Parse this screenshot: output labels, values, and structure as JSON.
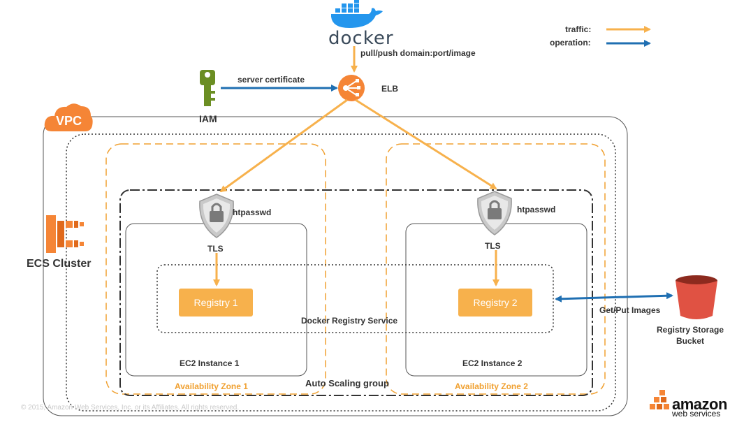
{
  "legend": {
    "traffic_label": "traffic:",
    "operation_label": "operation:",
    "traffic_color": "#f7b14c",
    "operation_color": "#1f6fb2"
  },
  "nodes": {
    "docker": "docker",
    "docker_action": "pull/push domain:port/image",
    "elb": "ELB",
    "iam": "IAM",
    "server_certificate": "server certificate",
    "vpc": "VPC",
    "ecs_cluster": "ECS Cluster",
    "htpasswd_1": "htpasswd",
    "htpasswd_2": "htpasswd",
    "tls_1": "TLS",
    "tls_2": "TLS",
    "registry_1": "Registry 1",
    "registry_2": "Registry 2",
    "registry_service": "Docker Registry Service",
    "ec2_1": "EC2 Instance 1",
    "ec2_2": "EC2 Instance 2",
    "az_1": "Availability Zone 1",
    "az_2": "Availability Zone 2",
    "asg": "Auto Scaling group",
    "get_put": "Get/Put Images",
    "bucket": "Registry Storage Bucket"
  },
  "branding": {
    "amazon": "amazon",
    "web_services": "web services",
    "copyright": "© 2015, Amazon Web Services, Inc. or its Affiliates. All rights reserved."
  },
  "colors": {
    "orange": "#f7b14c",
    "blue": "#1f6fb2",
    "aws_orange": "#f58536",
    "iam_green": "#6b8e23",
    "bucket_red": "#e05243"
  }
}
